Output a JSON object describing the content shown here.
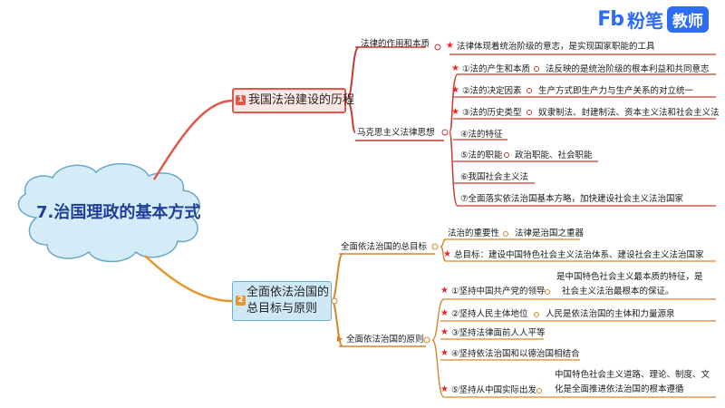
{
  "brand": {
    "mark": "Fb",
    "name": "粉笔",
    "badge": "教师",
    "color": "#2d6df6"
  },
  "root": {
    "label": "7.治国理政的基本方式"
  },
  "branches": [
    {
      "badge": "1",
      "label": "我国法治建设的历程",
      "color": "#e3564a",
      "children": [
        {
          "label": "法律的作用和本质",
          "children": [
            {
              "star": true,
              "label": "法律体现着统治阶级的意志，是实现国家职能的工具"
            }
          ]
        },
        {
          "label": "马克思主义法律思想",
          "children": [
            {
              "star": true,
              "label": "①法的产生和本质",
              "detail": "法反映的是统治阶级的根本利益和共同意志"
            },
            {
              "star": true,
              "label": "②法的决定因素",
              "detail": "生产方式即生产力与生产关系的对立统一"
            },
            {
              "star": true,
              "label": "③法的历史类型",
              "detail": "奴隶制法、封建制法、资本主义法和社会主义法"
            },
            {
              "star": false,
              "label": "④法的特征"
            },
            {
              "star": false,
              "label": "⑤法的职能",
              "detail": "政治职能、社会职能"
            },
            {
              "star": false,
              "label": "⑥我国社会主义法"
            },
            {
              "star": false,
              "label": "⑦全面落实依法治国基本方略，加快建设社会主义法治国家"
            }
          ]
        }
      ]
    },
    {
      "badge": "2",
      "label": "全面依法治国的总目标与原则",
      "label_lines": [
        "全面依法治国的",
        "总目标与原则"
      ],
      "color": "#e8962b",
      "children": [
        {
          "label": "全面依法治国的总目标",
          "children": [
            {
              "star": false,
              "label": "法治的重要性",
              "detail": "法律是治国之重器"
            },
            {
              "star": true,
              "label": "总目标：建设中国特色社会主义法治体系、建设社会主义法治国家"
            }
          ]
        },
        {
          "label": "全面依法治国的原则",
          "children": [
            {
              "star": true,
              "label": "①坚持中国共产党的领导",
              "detail_lines": [
                "是中国特色社会主义最本质的特征，是",
                "社会主义法治最根本的保证。"
              ]
            },
            {
              "star": true,
              "label": "②坚持人民主体地位",
              "detail": "人民是依法治国的主体和力量源泉"
            },
            {
              "star": true,
              "label": "③坚持法律面前人人平等"
            },
            {
              "star": true,
              "label": "④坚持依法治国和以德治国相结合"
            },
            {
              "star": true,
              "label": "⑤坚持从中国实际出发",
              "detail_lines": [
                "中国特色社会主义道路、理论、制度、文",
                "化是全面推进依法治国的根本遵循"
              ]
            }
          ]
        }
      ]
    }
  ]
}
